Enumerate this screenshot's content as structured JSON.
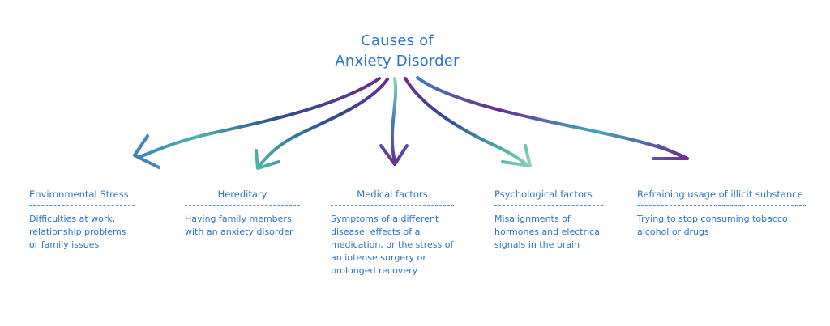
{
  "title": {
    "line1": "Causes of",
    "line2": "Anxiety Disorder"
  },
  "causes": [
    {
      "heading": "Environmental Stress",
      "description": "Difficulties at work, relationship problems or family issues"
    },
    {
      "heading": "Hereditary",
      "description": "Having family members with an anxiety disorder"
    },
    {
      "heading": "Medical factors",
      "description": "Symptoms of a different disease, effects of a medication,  or the stress of an intense surgery or prolonged recovery"
    },
    {
      "heading": "Psychological factors",
      "description": "Misalignments of hormones and electrical signals in the brain"
    },
    {
      "heading": "Refraining usage of illicit substance",
      "description": "Trying to stop consuming tobacco, alcohol or drugs"
    }
  ],
  "colors": {
    "text": "#2b74c8",
    "arrow_purple": "#6b2c8f",
    "arrow_teal": "#4fb3a8",
    "arrow_navy": "#2c4f8f"
  }
}
